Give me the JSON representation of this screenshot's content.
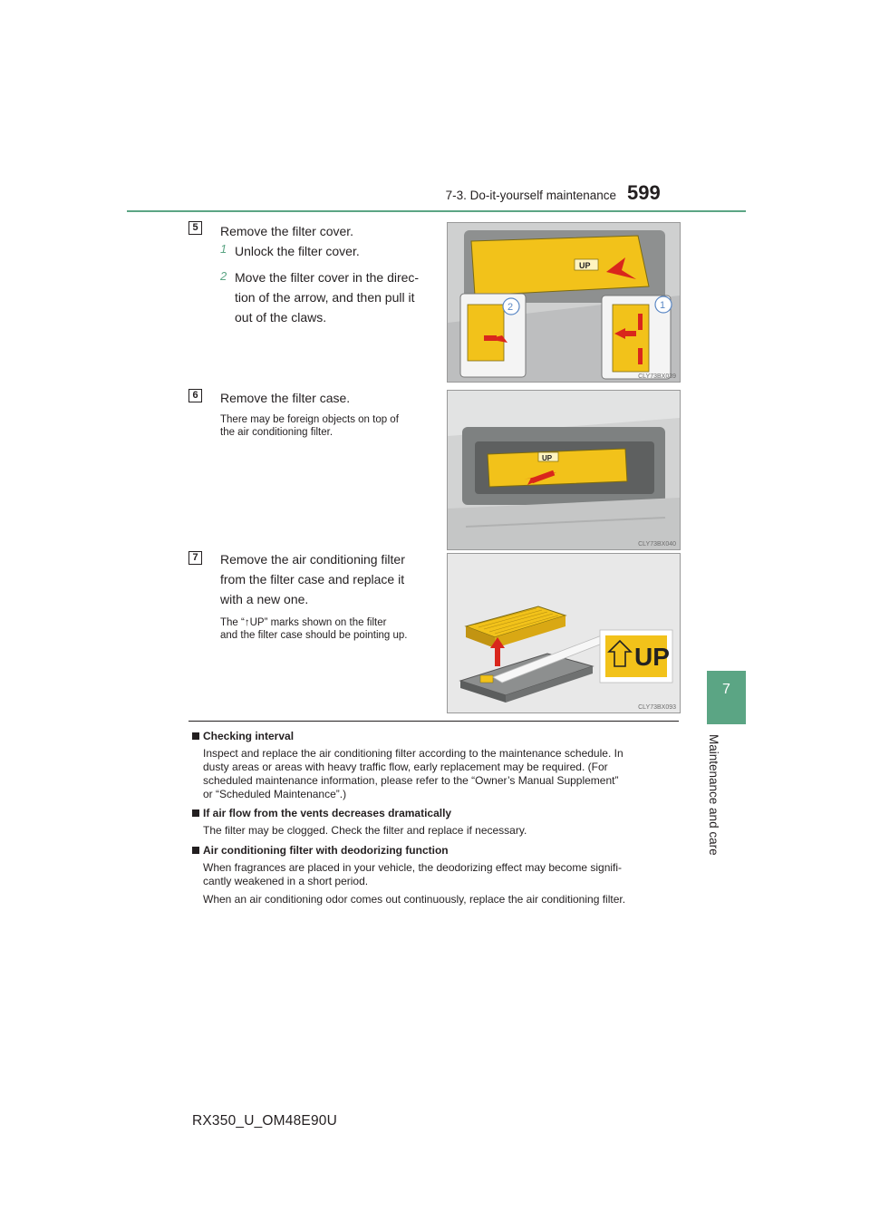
{
  "header": {
    "section_title": "7-3. Do-it-yourself maintenance",
    "page_number": "599"
  },
  "side_tab": {
    "number": "7",
    "label": "Maintenance and care"
  },
  "steps": [
    {
      "badge": "5",
      "title": "Remove the filter cover.",
      "substeps": [
        {
          "badge": "1",
          "text": "Unlock the filter cover."
        },
        {
          "badge": "2",
          "text_lines": [
            "Move the filter cover in the direc-",
            "tion of the arrow, and then pull it",
            "out of the claws."
          ]
        }
      ],
      "image_code": "CLY73BX039"
    },
    {
      "badge": "6",
      "title": "Remove the filter case.",
      "note_lines": [
        "There may be foreign objects on top of",
        "the air conditioning filter."
      ],
      "image_code": "CLY73BX040"
    },
    {
      "badge": "7",
      "title_lines": [
        "Remove the air conditioning filter",
        "from the filter case and replace it",
        "with a new one."
      ],
      "note_lines": [
        "The “↑UP” marks shown on the filter",
        "and the filter case should be pointing up."
      ],
      "image_code": "CLY73BX093",
      "up_label": "UP"
    }
  ],
  "notes": [
    {
      "heading": "Checking interval",
      "lines": [
        "Inspect and replace the air conditioning filter according to the maintenance schedule. In",
        "dusty areas or areas with heavy traffic flow, early replacement may be required. (For",
        "scheduled maintenance information, please refer to the “Owner’s Manual Supplement”",
        "or “Scheduled Maintenance”.)"
      ]
    },
    {
      "heading": "If air flow from the vents decreases dramatically",
      "lines": [
        "The filter may be clogged. Check the filter and replace if necessary."
      ]
    },
    {
      "heading": "Air conditioning filter with deodorizing function",
      "lines": [
        "When fragrances are placed in your vehicle, the deodorizing effect may become signifi-",
        "cantly weakened in a short period.",
        "When an air conditioning odor comes out continuously, replace the air conditioning filter."
      ]
    }
  ],
  "footer": {
    "model_code": "RX350_U_OM48E90U"
  },
  "colors": {
    "accent_green": "#5ba584",
    "filter_yellow": "#f2c21a",
    "arrow_red": "#d9261c"
  }
}
